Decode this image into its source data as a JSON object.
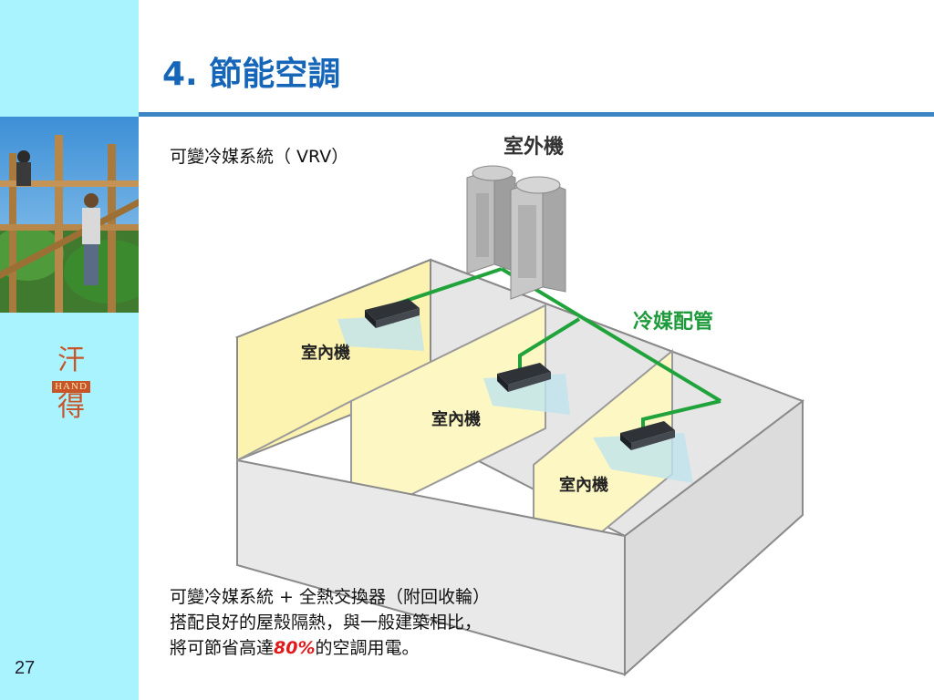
{
  "sidebar": {
    "page_number": "27"
  },
  "logo": {
    "top_char": "汗",
    "badge": "HAND",
    "bottom_char": "得"
  },
  "title": "4. 節能空調",
  "vrv_label": "可變冷媒系統（ VRV）",
  "diagram": {
    "outdoor_label": "室外機",
    "piping_label": "冷媒配管",
    "indoor_label_1": "室內機",
    "indoor_label_2": "室內機",
    "indoor_label_3": "室內機",
    "colors": {
      "pipe": "#1fa33a",
      "wall": "#fdf7c4",
      "label_pipe": "#1d9a3a",
      "airflow": "#bfe3ee"
    }
  },
  "bottom_text": {
    "line1": "可變冷媒系統 + 全熱交換器（附回收輪）",
    "line2": "搭配良好的屋殼隔熱，與一般建築相比，",
    "line3_pre": "將可節省高達",
    "line3_highlight": "80%",
    "line3_post": "的空調用電。"
  }
}
